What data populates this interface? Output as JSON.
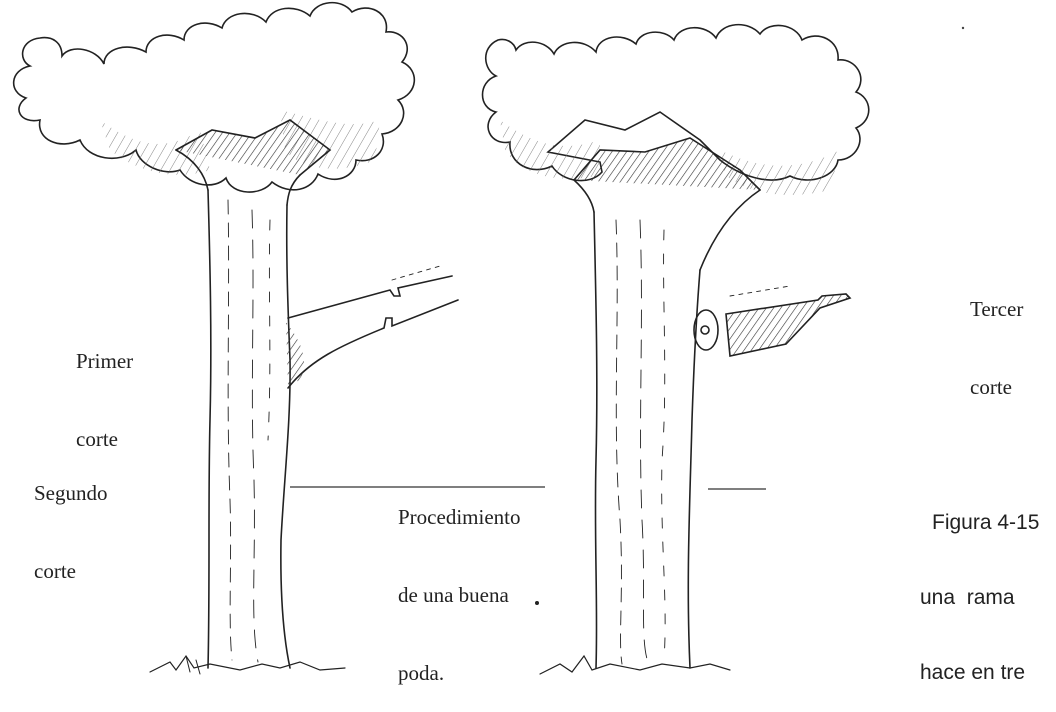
{
  "labels": {
    "primer_corte": [
      "Primer",
      "corte"
    ],
    "segundo_corte": [
      "Segundo",
      "corte"
    ],
    "tercer_corte": [
      "Tercer",
      "corte"
    ],
    "procedimiento": [
      "Procedimiento",
      "de una buena",
      "poda."
    ]
  },
  "caption": [
    "Figura 4-15",
    "una  rama",
    "hace en tre"
  ],
  "colors": {
    "ink": "#222222",
    "background": "#ffffff"
  }
}
